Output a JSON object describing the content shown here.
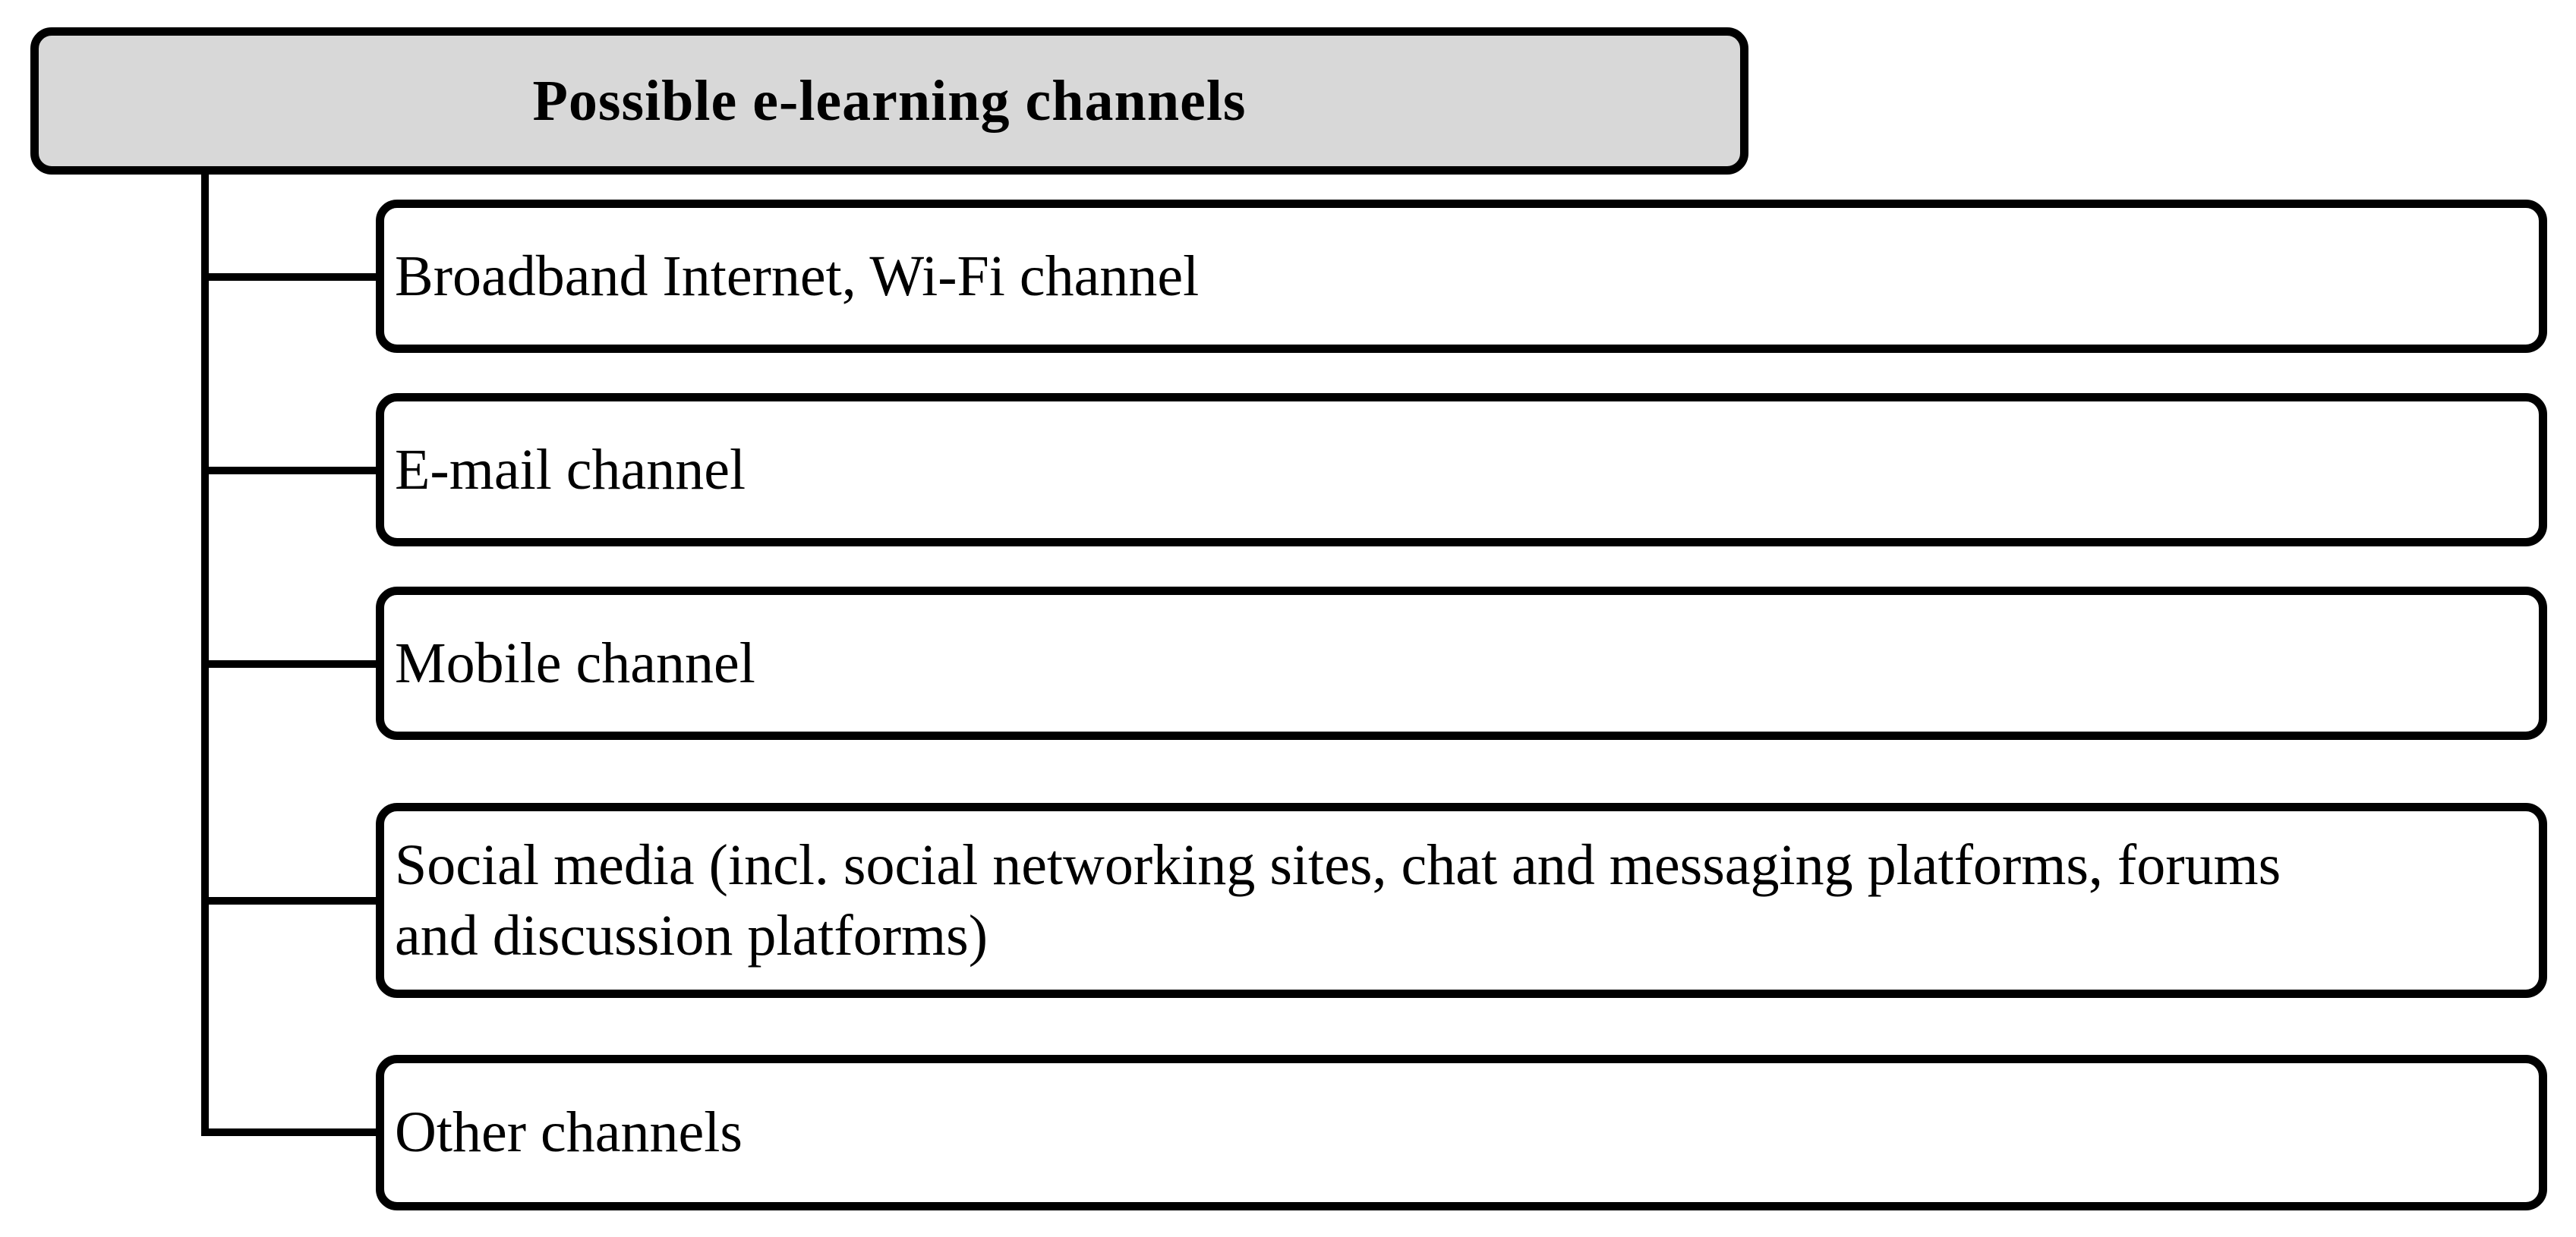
{
  "figure": {
    "title": "Possible e-learning channels",
    "channels": [
      {
        "lines": [
          "Broadband Internet, Wi-Fi channel"
        ]
      },
      {
        "lines": [
          "E-mail channel"
        ]
      },
      {
        "lines": [
          "Mobile channel"
        ]
      },
      {
        "lines": [
          "Social media (incl. social networking sites, chat and messaging platforms, forums",
          "and discussion platforms)"
        ]
      },
      {
        "lines": [
          "Other channels"
        ]
      }
    ],
    "colors": {
      "root_fill": "#d8d8d8",
      "child_fill": "#ffffff",
      "line": "#000000"
    }
  }
}
